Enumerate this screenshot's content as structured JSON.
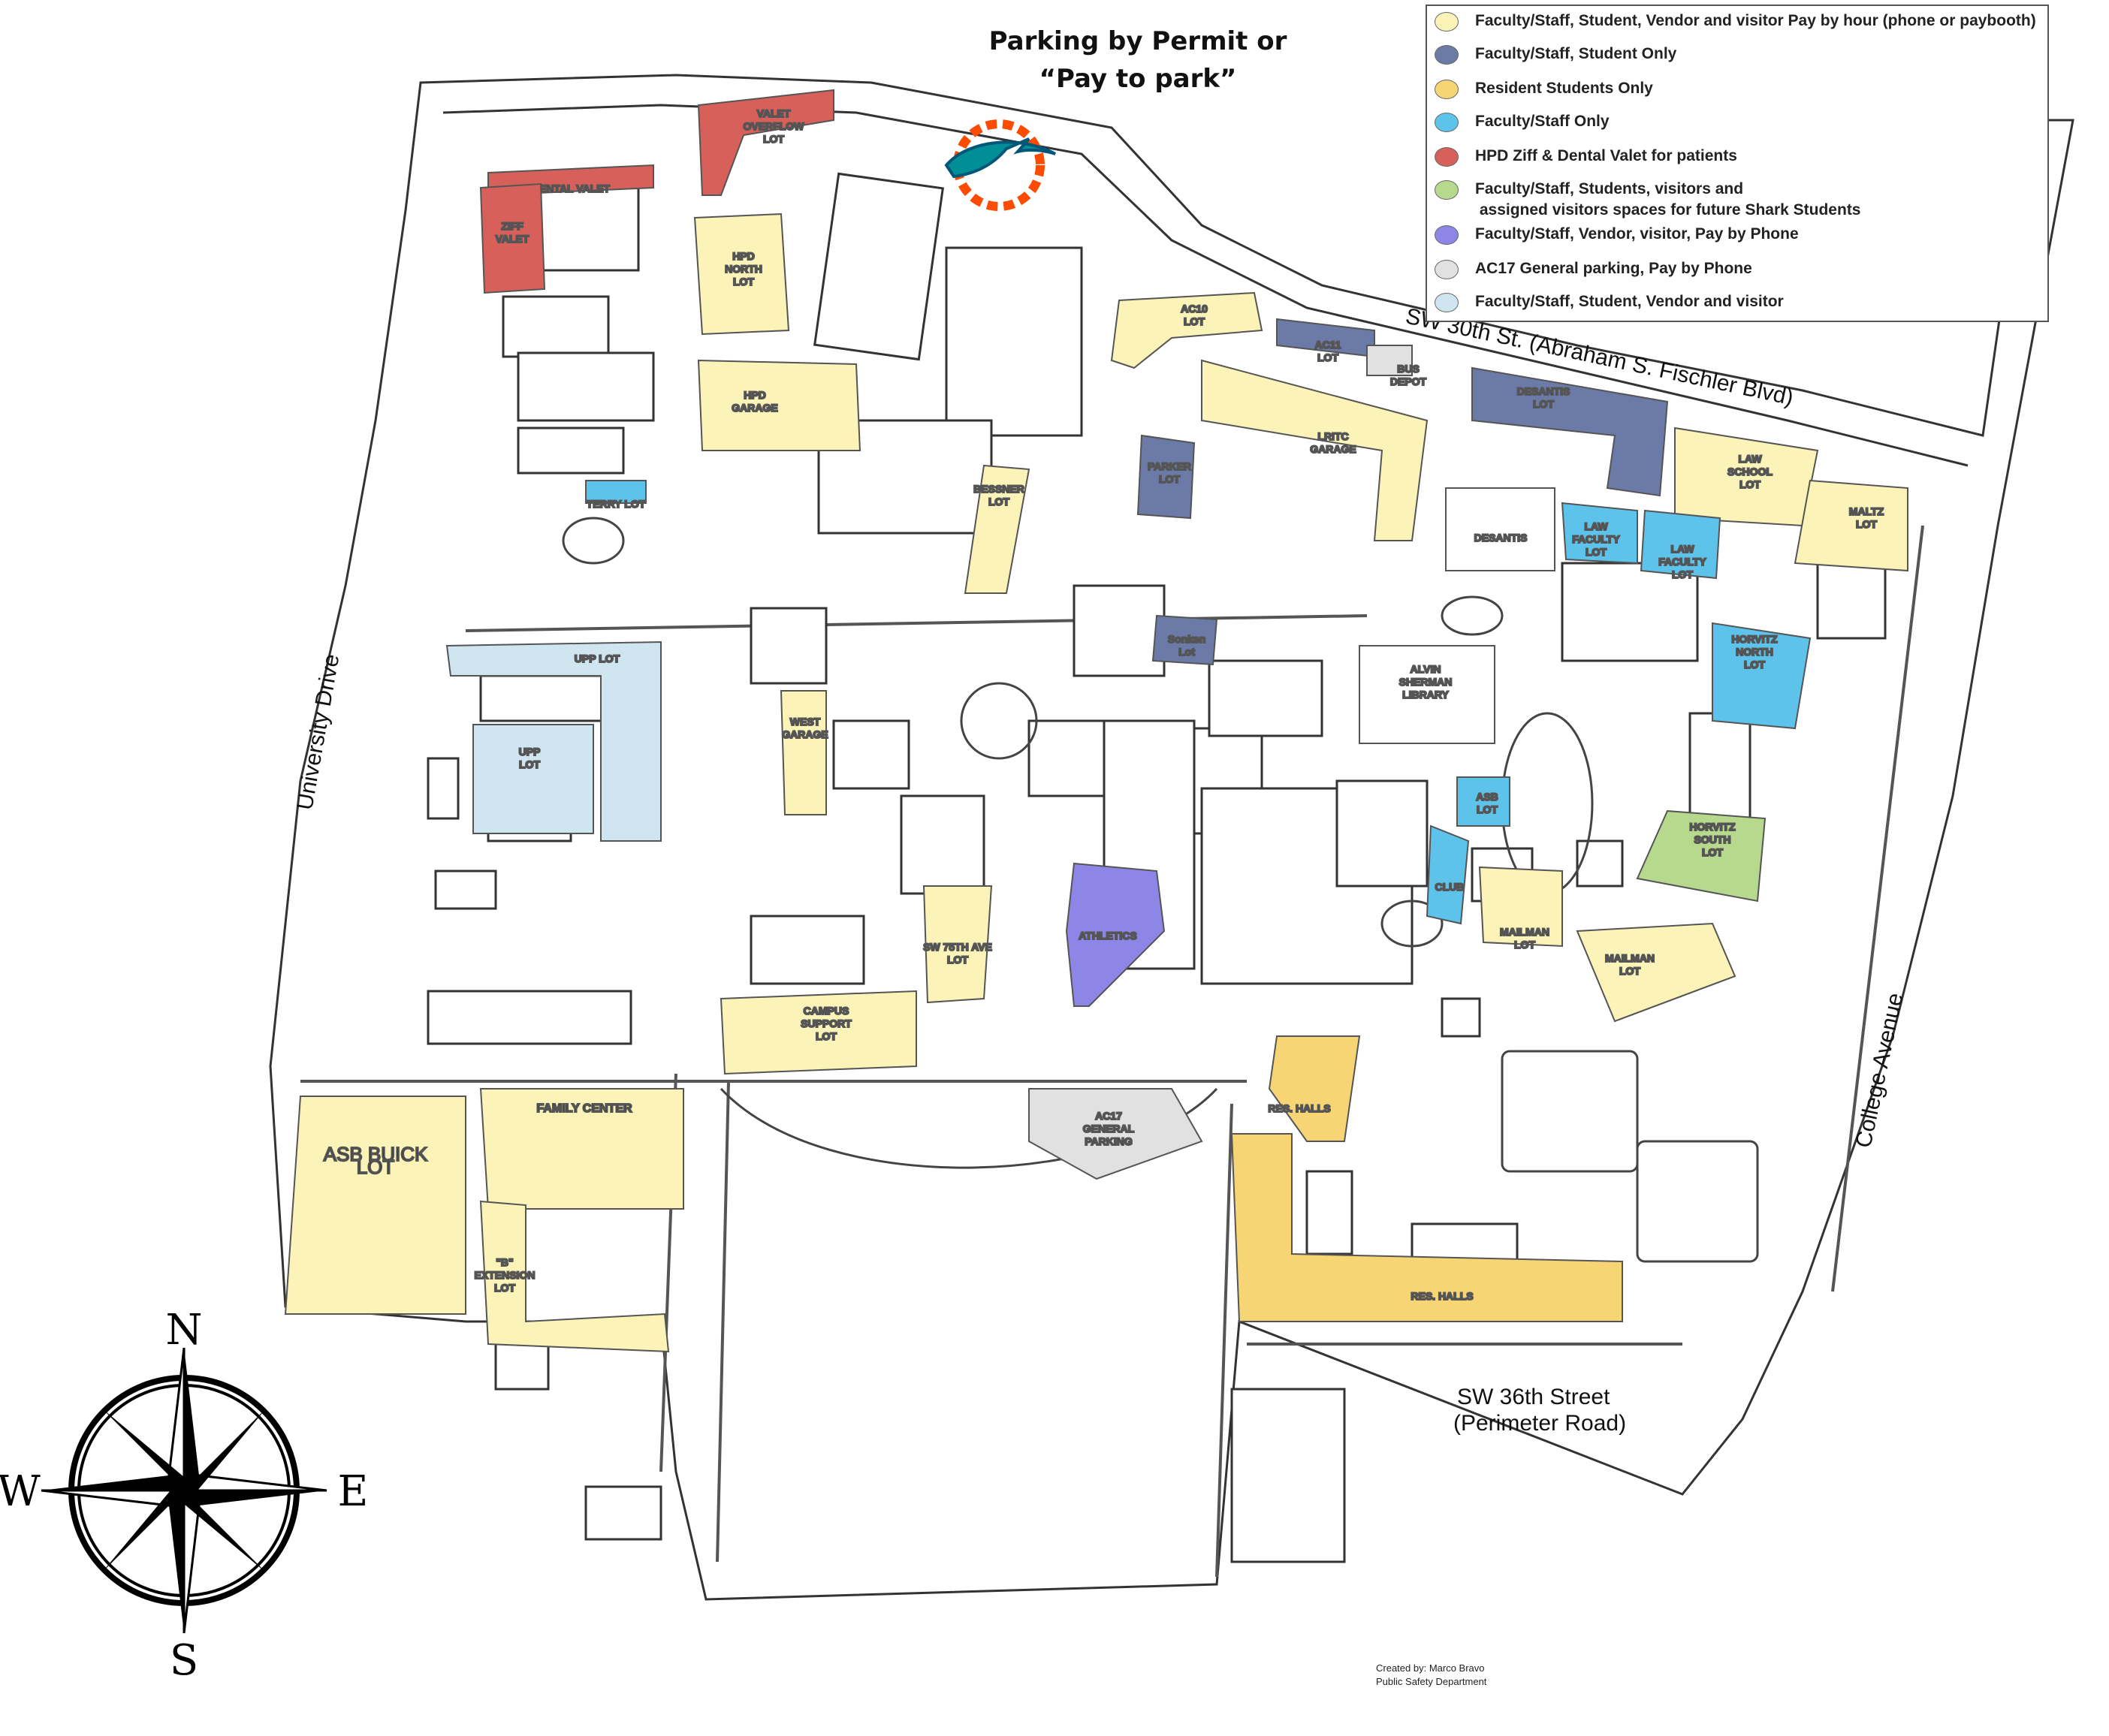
{
  "title": {
    "line1": "Parking by Permit or",
    "line2": "“Pay to park”"
  },
  "legend": [
    {
      "label": "Faculty/Staff, Student, Vendor and visitor Pay by hour (phone or paybooth)",
      "color": "#fbf3b7"
    },
    {
      "label": "Faculty/Staff, Student Only",
      "color": "#6b7aa6"
    },
    {
      "label": "Resident Students Only",
      "color": "#f7d574"
    },
    {
      "label": "Faculty/Staff Only",
      "color": "#5dc3ea"
    },
    {
      "label": "HPD Ziff & Dental Valet for patients",
      "color": "#d7605a"
    },
    {
      "label": "Faculty/Staff, Students, visitors and\n assigned visitors spaces for future Shark Students",
      "color": "#b6d98d"
    },
    {
      "label": "Faculty/Staff, Vendor, visitor, Pay by Phone",
      "color": "#8e86e6"
    },
    {
      "label": "AC17 General parking, Pay by Phone",
      "color": "#e1e1e1"
    },
    {
      "label": "Faculty/Staff, Student, Vendor and visitor",
      "color": "#cfe6f0"
    }
  ],
  "roads": {
    "university_drive": "University Drive",
    "college_avenue": "College Avenue",
    "sw_30th": "SW 30th St. (Abraham S. Fischler Blvd)",
    "sw_36th_line1": "SW 36th Street",
    "sw_36th_line2": "(Perimeter Road)"
  },
  "lots": [
    {
      "id": "valet-overflow",
      "lines": [
        "VALET",
        "OVERFLOW",
        "LOT"
      ],
      "color": "#d7605a"
    },
    {
      "id": "dental-valet",
      "lines": [
        "DENTAL VALET"
      ],
      "color": "#d7605a"
    },
    {
      "id": "ziff-valet",
      "lines": [
        "ZIFF",
        "VALET"
      ],
      "color": "#d7605a"
    },
    {
      "id": "hpd-north-lot",
      "lines": [
        "HPD",
        "NORTH",
        "LOT"
      ],
      "color": "#fbf3b7"
    },
    {
      "id": "hpd-garage",
      "lines": [
        "HPD",
        "GARAGE"
      ],
      "color": "#fbf3b7"
    },
    {
      "id": "terry-lot",
      "lines": [
        "TERRY LOT"
      ],
      "color": "#5dc3ea"
    },
    {
      "id": "upp-lot-north",
      "lines": [
        "UPP LOT"
      ],
      "color": "#cfe6f0"
    },
    {
      "id": "upp-lot",
      "lines": [
        "UPP",
        "LOT"
      ],
      "color": "#cfe6f0"
    },
    {
      "id": "bessner-lot",
      "lines": [
        "BESSNER",
        "LOT"
      ],
      "color": "#fbf3b7"
    },
    {
      "id": "west-garage",
      "lines": [
        "WEST",
        "GARAGE"
      ],
      "color": "#fbf3b7"
    },
    {
      "id": "ac10-lot",
      "lines": [
        "AC10",
        "LOT"
      ],
      "color": "#fbf3b7"
    },
    {
      "id": "ac11-lot",
      "lines": [
        "AC11",
        "LOT"
      ],
      "color": "#6b7aa6"
    },
    {
      "id": "bus-depot",
      "lines": [
        "BUS",
        "DEPOT"
      ],
      "color": "#e1e1e1"
    },
    {
      "id": "desantis-lot",
      "lines": [
        "DESANTIS",
        "LOT"
      ],
      "color": "#6b7aa6"
    },
    {
      "id": "lritc-garage",
      "lines": [
        "LRITC",
        "GARAGE"
      ],
      "color": "#fbf3b7"
    },
    {
      "id": "parker-lot",
      "lines": [
        "PARKER",
        "LOT"
      ],
      "color": "#6b7aa6"
    },
    {
      "id": "desantis-building",
      "lines": [
        "DESANTIS"
      ],
      "color": "#ffffff"
    },
    {
      "id": "law-school-lot",
      "lines": [
        "LAW",
        "SCHOOL",
        "LOT"
      ],
      "color": "#fbf3b7"
    },
    {
      "id": "maltz-lot",
      "lines": [
        "MALTZ",
        "LOT"
      ],
      "color": "#fbf3b7"
    },
    {
      "id": "law-faculty-lot-1",
      "lines": [
        "LAW",
        "FACULTY",
        "LOT"
      ],
      "color": "#5dc3ea"
    },
    {
      "id": "law-faculty-lot-2",
      "lines": [
        "LAW",
        "FACULTY",
        "LOT"
      ],
      "color": "#5dc3ea"
    },
    {
      "id": "sonken-lot",
      "lines": [
        "Sonken",
        "Lot"
      ],
      "color": "#6b7aa6"
    },
    {
      "id": "alvin-sherman-library",
      "lines": [
        "ALVIN",
        "SHERMAN",
        "LIBRARY"
      ],
      "color": "#ffffff"
    },
    {
      "id": "horvitz-north-lot",
      "lines": [
        "HORVITZ",
        "NORTH",
        "LOT"
      ],
      "color": "#5dc3ea"
    },
    {
      "id": "asb-lot",
      "lines": [
        "ASB",
        "LOT"
      ],
      "color": "#5dc3ea"
    },
    {
      "id": "horvitz-south-lot",
      "lines": [
        "HORVITZ",
        "SOUTH",
        "LOT"
      ],
      "color": "#b6d98d"
    },
    {
      "id": "club",
      "lines": [
        "CLUB"
      ],
      "color": "#5dc3ea"
    },
    {
      "id": "mailman-lot-1",
      "lines": [
        "MAILMAN",
        "LOT"
      ],
      "color": "#fbf3b7"
    },
    {
      "id": "mailman-lot-2",
      "lines": [
        "MAILMAN",
        "LOT"
      ],
      "color": "#fbf3b7"
    },
    {
      "id": "athletics",
      "lines": [
        "ATHLETICS"
      ],
      "color": "#8e86e6"
    },
    {
      "id": "sw-75th-ave-lot",
      "lines": [
        "SW 75TH AVE",
        "LOT"
      ],
      "color": "#fbf3b7"
    },
    {
      "id": "campus-support-lot",
      "lines": [
        "CAMPUS",
        "SUPPORT",
        "LOT"
      ],
      "color": "#fbf3b7"
    },
    {
      "id": "ac17-general-parking",
      "lines": [
        "AC17",
        "GENERAL",
        "PARKING"
      ],
      "color": "#e1e1e1"
    },
    {
      "id": "res-halls-north",
      "lines": [
        "RES. HALLS"
      ],
      "color": "#f7d574"
    },
    {
      "id": "res-halls-south",
      "lines": [
        "RES. HALLS"
      ],
      "color": "#f7d574"
    },
    {
      "id": "family-center",
      "lines": [
        "FAMILY CENTER"
      ],
      "color": "#fbf3b7"
    },
    {
      "id": "asb-buick-lot",
      "lines": [
        "ASB BUICK",
        "LOT"
      ],
      "color": "#fbf3b7"
    },
    {
      "id": "b-extension-lot",
      "lines": [
        "\"B\"",
        "EXTENSION",
        "LOT"
      ],
      "color": "#fbf3b7"
    }
  ],
  "compass": {
    "north": "N",
    "south": "S",
    "east": "E",
    "west": "W"
  },
  "credit": {
    "line1": "Created by: Marco Bravo",
    "line2": "Public Safety Department"
  },
  "logo": {
    "name": "dolphin-logo",
    "colors": [
      "#008e97",
      "#fc4c02",
      "#005778"
    ]
  }
}
